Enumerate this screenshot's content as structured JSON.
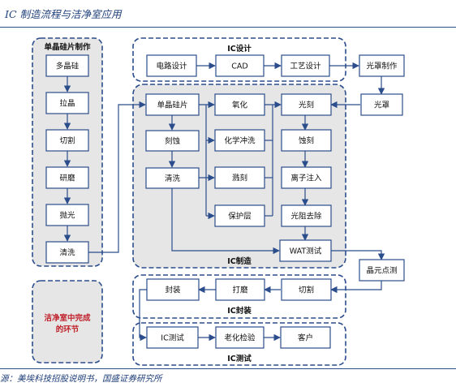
{
  "title": "IC 制造流程与洁净室应用",
  "source": "源：美埃科技招股说明书，国盛证券研究所",
  "groups": {
    "wafer": "单晶硅片制作",
    "design": "IC设计",
    "manufacturing": "IC制造",
    "packaging": "IC封装",
    "testing": "IC测试",
    "cleanroom_line1": "洁净室中完成",
    "cleanroom_line2": "的环节"
  },
  "nodes": {
    "polysilicon": "多晶硅",
    "crystal_pulling": "拉晶",
    "cutting": "切割",
    "grinding": "研磨",
    "polishing": "抛光",
    "wafer_cleaning": "清洗",
    "circuit_design": "电路设计",
    "cad": "CAD",
    "process_design": "工艺设计",
    "mask_making": "光罩制作",
    "mask": "光罩",
    "single_wafer": "单晶硅片",
    "etching": "刻蚀",
    "mfg_cleaning": "清洗",
    "oxidation": "氧化",
    "chemical_rinse": "化学冲洗",
    "sputtering": "溅刻",
    "protective_layer": "保护层",
    "photolithography": "光刻",
    "etch": "蚀刻",
    "ion_implant": "离子注入",
    "photoresist_removal": "光阻去除",
    "wat_test": "WAT测试",
    "die_probe": "晶元点测",
    "dicing": "切割",
    "backgrind": "打磨",
    "package": "封装",
    "ic_test": "IC测试",
    "burn_in": "老化检验",
    "customer": "客户"
  },
  "colors": {
    "line": "#2b4d8c",
    "text_blue": "#1f3f7a",
    "clean_text": "#c0202a",
    "panel_fill": "#e6e6e6"
  }
}
